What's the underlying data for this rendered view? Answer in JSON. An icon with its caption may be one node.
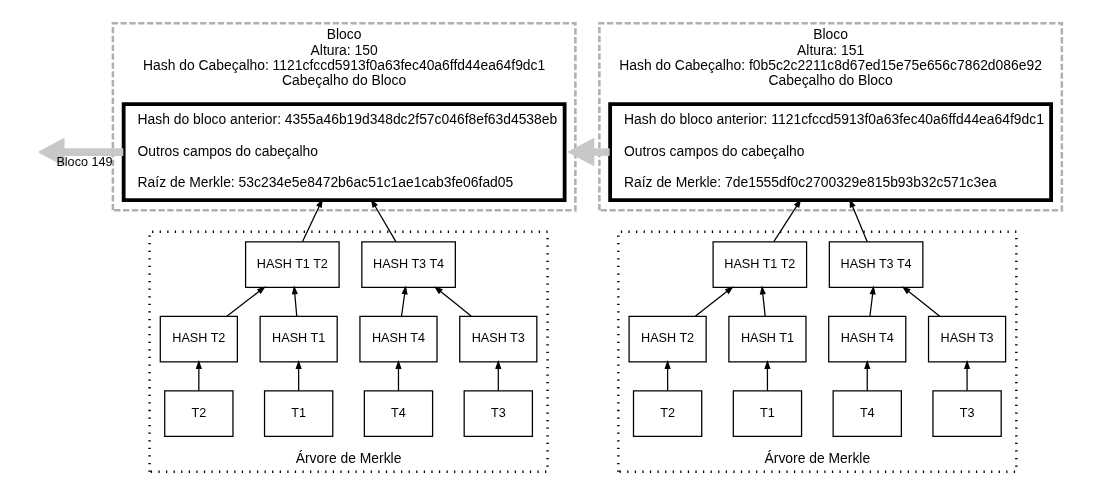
{
  "diagram": {
    "nodes": [
      {
        "text": [
          "Bloco",
          "Altura: 150",
          "Hash do Cabeçalho: 1121cfccd5913f0a63fec40a6ffd44ea64f9dc1",
          "Cabeçalho do Bloco"
        ]
      },
      {
        "text": [
          "Hash do bloco anterior: 4355a46b19d348dc2f57c046f8ef63d4538eb",
          "Outros campos do cabeçalho",
          "Raíz de Merkle: 53c234e5e8472b6ac51c1ae1cab3fe06fad05"
        ],
        "in": 0
      },
      {
        "text": [
          "Árvore de Merkle"
        ]
      },
      {
        "text": [
          "HASH T1 T2"
        ],
        "in": 2
      },
      {
        "text": [
          "HASH T3 T4"
        ],
        "in": 2
      },
      {
        "text": [
          "HASH T1"
        ],
        "in": 2
      },
      {
        "text": [
          "HASH T2"
        ],
        "in": 2
      },
      {
        "text": [
          "HASH T3"
        ],
        "in": 2
      },
      {
        "text": [
          "HASH T4"
        ],
        "in": 2
      },
      {
        "text": [
          "T1"
        ],
        "in": 2
      },
      {
        "text": [
          "T2"
        ],
        "in": 2
      },
      {
        "text": [
          "T3"
        ],
        "in": 2
      },
      {
        "text": [
          "T4"
        ],
        "in": 2
      },
      {
        "text": [
          "Bloco",
          "Altura: 151",
          "Hash do Cabeçalho: f0b5c2c2211c8d67ed15e75e656c7862d086e92",
          "Cabeçalho do Bloco"
        ]
      },
      {
        "text": [
          "Hash do bloco anterior: 1121cfccd5913f0a63fec40a6ffd44ea64f9dc1",
          "Outros campos do cabeçalho",
          "Raíz de Merkle: 7de1555df0c2700329e815b93b32c571c3ea"
        ],
        "in": 13
      },
      {
        "text": [
          "Árvore de Merkle"
        ]
      },
      {
        "text": [
          "HASH T1 T2"
        ],
        "in": 15
      },
      {
        "text": [
          "HASH T3 T4"
        ],
        "in": 15
      },
      {
        "text": [
          "HASH T1"
        ],
        "in": 15
      },
      {
        "text": [
          "HASH T2"
        ],
        "in": 15
      },
      {
        "text": [
          "HASH T3"
        ],
        "in": 15
      },
      {
        "text": [
          "HASH T4"
        ],
        "in": 15
      },
      {
        "text": [
          "T1"
        ],
        "in": 15
      },
      {
        "text": [
          "T2"
        ],
        "in": 15
      },
      {
        "text": [
          "T3"
        ],
        "in": 15
      },
      {
        "text": [
          "T4"
        ],
        "in": 15
      }
    ],
    "edges": [
      {
        "from": 1,
        "to": null,
        "arrow": "to",
        "label": "Bloco 149",
        "style": "thick",
        "color": "#c8c8c8"
      },
      {
        "from": 3,
        "to": 1,
        "arrow": "to"
      },
      {
        "from": 4,
        "to": 1,
        "arrow": "to"
      },
      {
        "from": 5,
        "to": 3,
        "arrow": "to"
      },
      {
        "from": 6,
        "to": 3,
        "arrow": "to"
      },
      {
        "from": 7,
        "to": 4,
        "arrow": "to"
      },
      {
        "from": 8,
        "to": 4,
        "arrow": "to"
      },
      {
        "from": 9,
        "to": 5,
        "arrow": "to"
      },
      {
        "from": 10,
        "to": 6,
        "arrow": "to"
      },
      {
        "from": 11,
        "to": 7,
        "arrow": "to"
      },
      {
        "from": 12,
        "to": 8,
        "arrow": "to"
      },
      {
        "from": 14,
        "to": 0,
        "arrow": "to",
        "style": "thick",
        "color": "#c8c8c8"
      },
      {
        "from": 16,
        "to": 14,
        "arrow": "to"
      },
      {
        "from": 17,
        "to": 14,
        "arrow": "to"
      },
      {
        "from": 18,
        "to": 16,
        "arrow": "to"
      },
      {
        "from": 19,
        "to": 16,
        "arrow": "to"
      },
      {
        "from": 20,
        "to": 17,
        "arrow": "to"
      },
      {
        "from": 21,
        "to": 17,
        "arrow": "to"
      },
      {
        "from": 22,
        "to": 18,
        "arrow": "to"
      },
      {
        "from": 23,
        "to": 19,
        "arrow": "to"
      },
      {
        "from": 24,
        "to": 20,
        "arrow": "to"
      },
      {
        "from": 25,
        "to": 21,
        "arrow": "to"
      }
    ]
  }
}
